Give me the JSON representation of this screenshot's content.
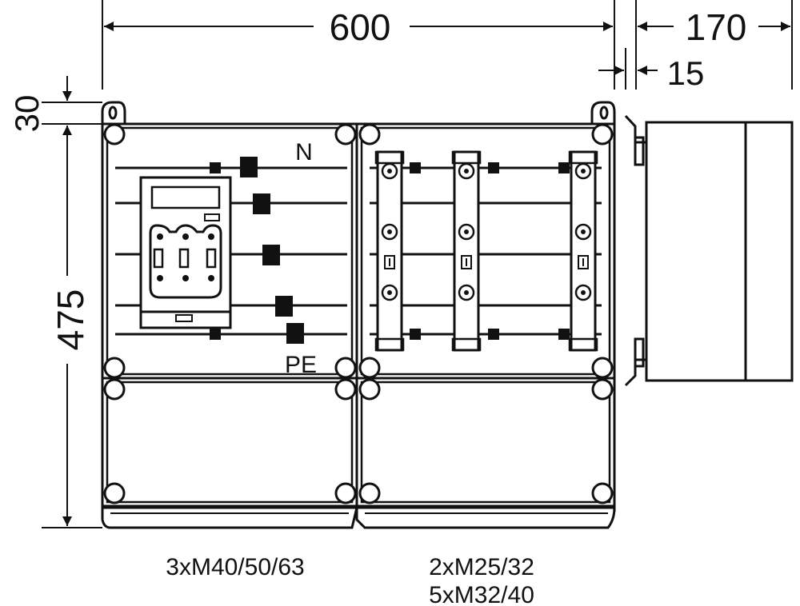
{
  "dimensions": {
    "width_total": "600",
    "depth": "170",
    "depth_offset": "15",
    "top_offset": "30",
    "height": "475"
  },
  "labels": {
    "neutral": "N",
    "protective_earth": "PE"
  },
  "cable_entries": {
    "left": "3xM40/50/63",
    "right_line1": "2xM25/32",
    "right_line2": "5xM32/40"
  },
  "colors": {
    "stroke": "#111111",
    "background": "#ffffff"
  }
}
